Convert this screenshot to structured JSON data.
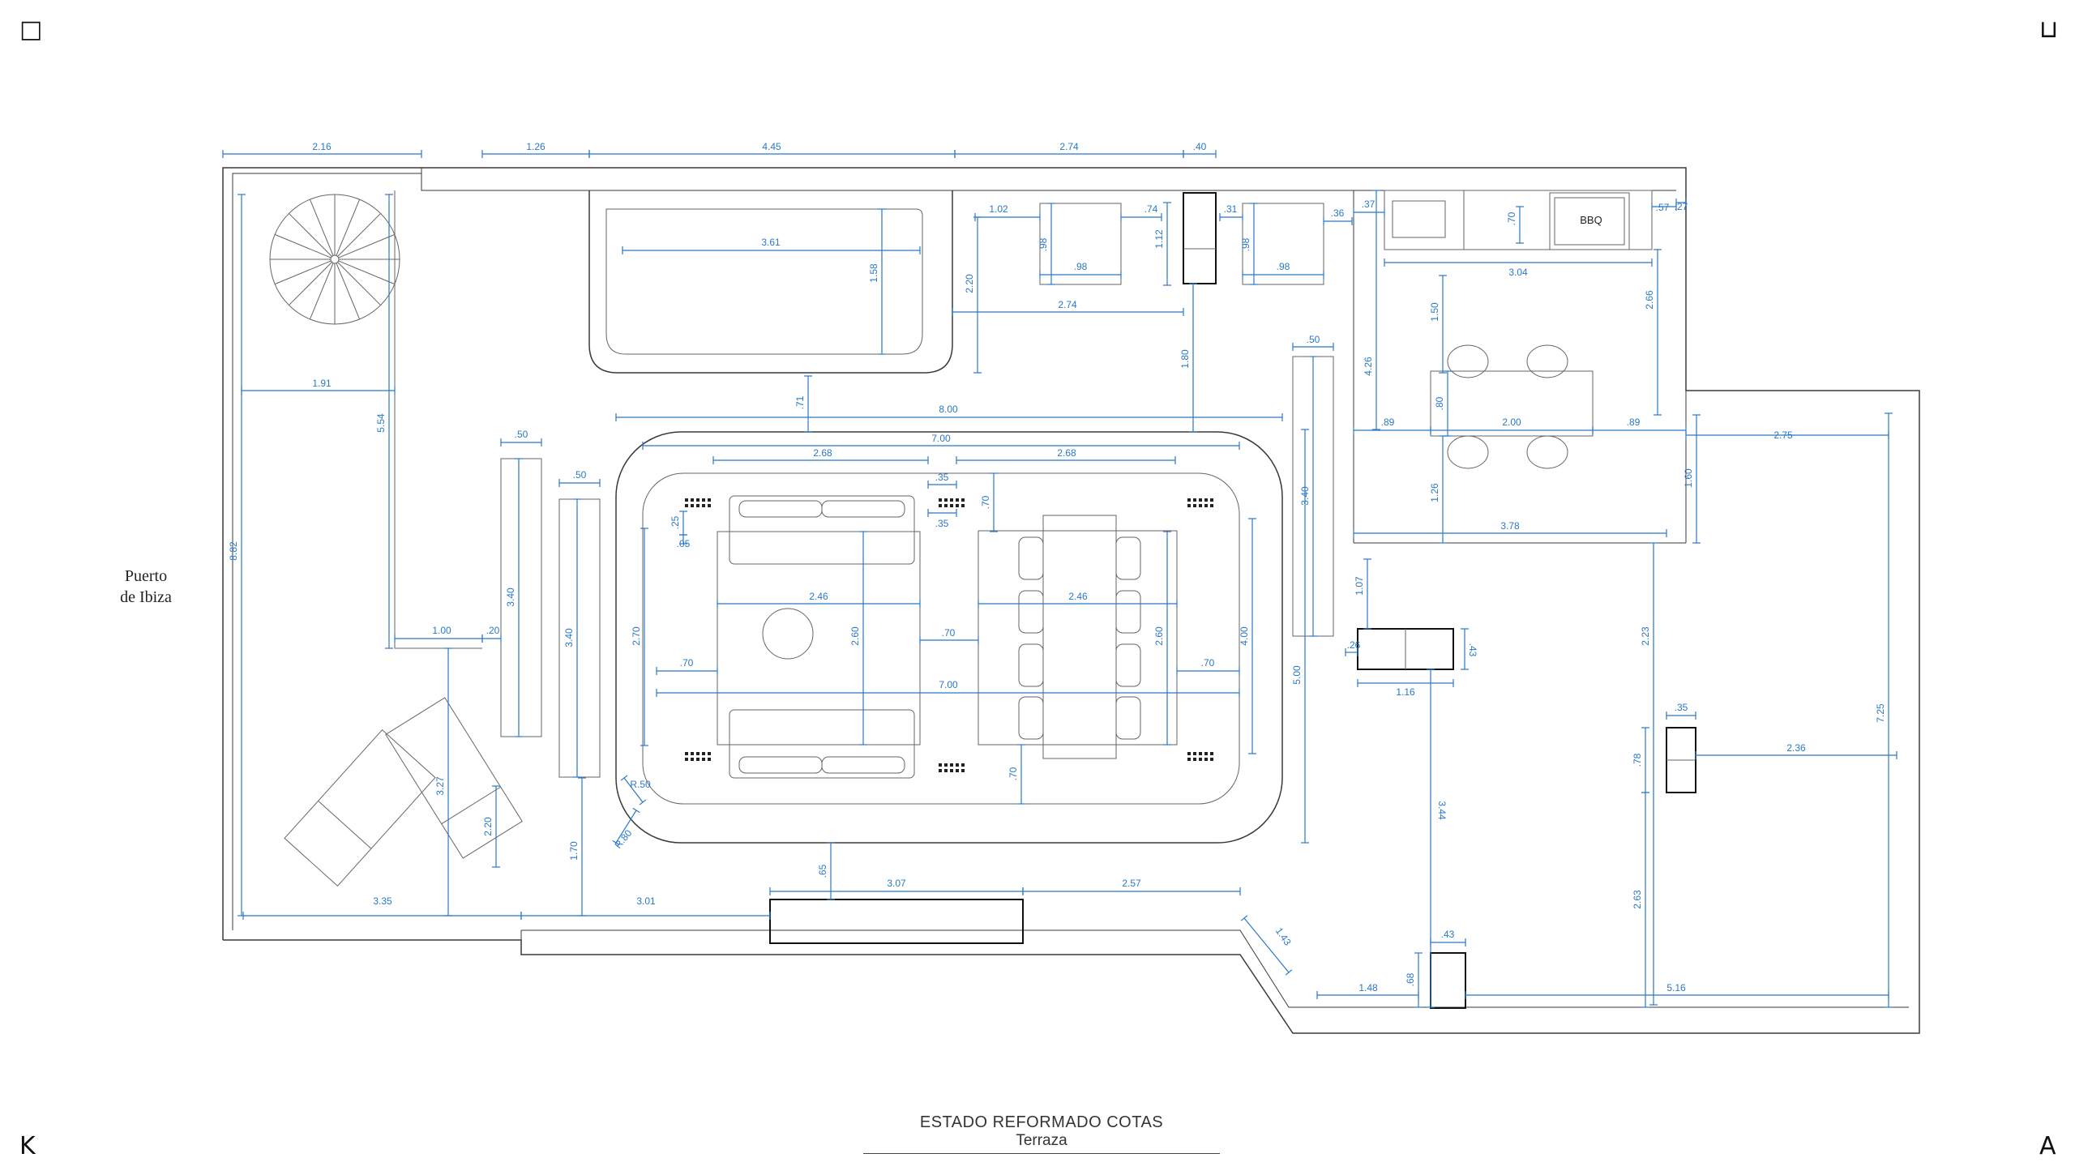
{
  "location": {
    "line1": "Puerto",
    "line2": "de Ibiza"
  },
  "title_block": {
    "title": "ESTADO REFORMADO COTAS",
    "subtitle": "Terraza"
  },
  "corner_glyphs": {
    "top_left": "□",
    "top_right": "⊔",
    "bottom_left": "K",
    "bottom_right": "A"
  },
  "labels": {
    "bbq": "BBQ"
  },
  "colors": {
    "dimension": "#2b78c8",
    "walls": "#3a3a3a"
  },
  "dimensions": [
    "2.16",
    "1.26",
    "4.45",
    "2.74",
    ".40",
    "3.61",
    "1.58",
    "1.02",
    ".74",
    "1.12",
    ".98",
    ".98",
    ".31",
    ".98",
    ".98",
    ".36",
    "2.20",
    "2.74",
    "1.80",
    ".37",
    ".70",
    "3.04",
    ".57",
    ".27",
    "1.91",
    "5.54",
    "8.82",
    ".50",
    "3.40",
    ".50",
    "3.40",
    "1.00",
    ".20",
    "3.27",
    "2.20",
    "1.70",
    ".71",
    "8.00",
    "7.00",
    "2.68",
    ".35",
    "2.68",
    ".70",
    ".35",
    ".25",
    ".05",
    "2.70",
    "2.46",
    "2.46",
    "2.60",
    "2.60",
    ".70",
    ".70",
    ".70",
    "7.00",
    ".70",
    "4.00",
    "5.00",
    "R.50",
    "R.80",
    ".50",
    "3.40",
    "1.50",
    "4.26",
    "2.66",
    ".80",
    "2.00",
    ".89",
    ".89",
    "2.75",
    "1.60",
    "1.26",
    "3.78",
    "1.07",
    ".26",
    ".43",
    "1.16",
    "2.23",
    ".35",
    ".78",
    "2.36",
    "7.25",
    "3.44",
    ".43",
    ".68",
    "1.48",
    "5.16",
    "2.63",
    "1.43",
    "3.35",
    "3.01",
    ".65",
    "3.07",
    "2.57"
  ]
}
